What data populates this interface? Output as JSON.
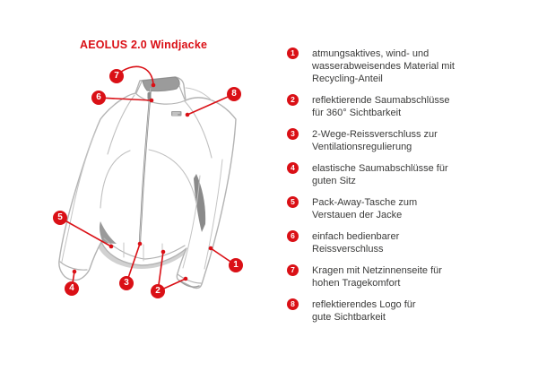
{
  "title": "AEOLUS 2.0 Windjacke",
  "colors": {
    "accent": "#da1016",
    "text": "#3a3a39",
    "line_art": "#b3b3b3"
  },
  "diagram": {
    "markers": [
      {
        "number": "1"
      },
      {
        "number": "2"
      },
      {
        "number": "3"
      },
      {
        "number": "4"
      },
      {
        "number": "5"
      },
      {
        "number": "6"
      },
      {
        "number": "7"
      },
      {
        "number": "8"
      }
    ]
  },
  "legend": {
    "items": [
      {
        "number": "1",
        "text": "atmungsaktives, wind- und\nwasserabweisendes Material mit\nRecycling-Anteil"
      },
      {
        "number": "2",
        "text": "reflektierende Saumabschlüsse\nfür 360° Sichtbarkeit"
      },
      {
        "number": "3",
        "text": "2-Wege-Reissverschluss zur\nVentilationsregulierung"
      },
      {
        "number": "4",
        "text": "elastische Saumabschlüsse für\nguten Sitz"
      },
      {
        "number": "5",
        "text": "Pack-Away-Tasche zum\nVerstauen der Jacke"
      },
      {
        "number": "6",
        "text": "einfach bedienbarer\nReissverschluss"
      },
      {
        "number": "7",
        "text": "Kragen mit Netzinnenseite für\nhohen Tragekomfort"
      },
      {
        "number": "8",
        "text": "reflektierendes Logo für\ngute Sichtbarkeit"
      }
    ]
  }
}
